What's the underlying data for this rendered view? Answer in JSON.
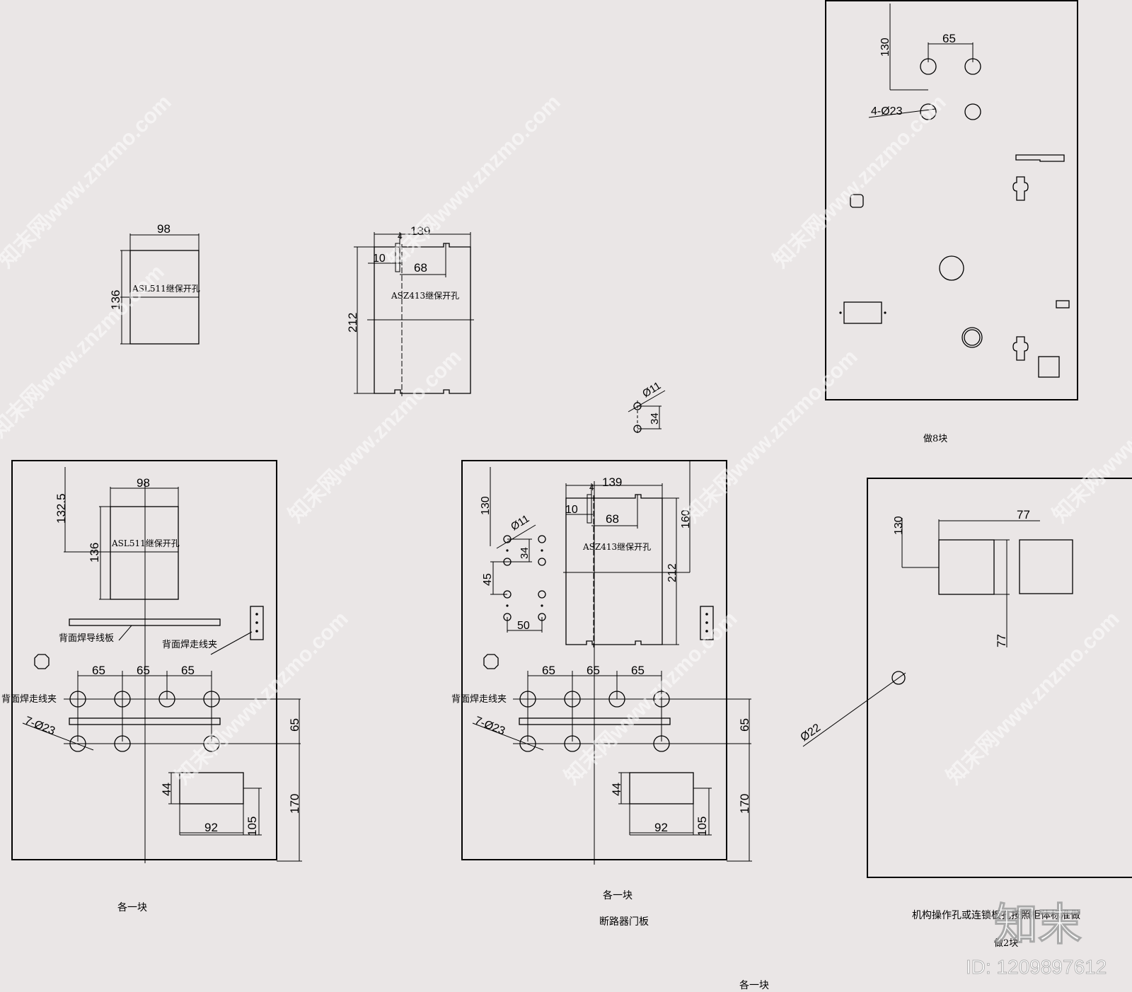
{
  "dims": {
    "top_left_w": "98",
    "top_left_h": "136",
    "top_mid_w": "139",
    "top_mid_4": "4",
    "top_mid_10": "10",
    "top_mid_68": "68",
    "top_mid_h": "212",
    "phi11": "Ø11",
    "d34": "34",
    "tr_130": "130",
    "tr_65": "65",
    "tr_holes": "4-Ø23",
    "bl_98": "98",
    "bl_132": "132.5",
    "bl_136": "136",
    "bl_65a": "65",
    "bl_65b": "65",
    "bl_65c": "65",
    "bl_holes": "7-Ø23",
    "bl_65v": "65",
    "bl_170": "170",
    "bl_44": "44",
    "bl_92": "92",
    "bl_105": "105",
    "bm_139": "139",
    "bm_4": "4",
    "bm_10": "10",
    "bm_68": "68",
    "bm_130": "130",
    "bm_phi11": "Ø11",
    "bm_34": "34",
    "bm_45": "45",
    "bm_50": "50",
    "bm_160": "160",
    "bm_212": "212",
    "bm_65a": "65",
    "bm_65b": "65",
    "bm_65c": "65",
    "bm_holes": "7-Ø23",
    "bm_65v": "65",
    "bm_170": "170",
    "bm_44": "44",
    "bm_92": "92",
    "bm_105": "105",
    "br_130": "130",
    "br_77a": "77",
    "br_77b": "77",
    "br_phi22": "Ø22"
  },
  "labels": {
    "asl": "ASL511继保开孔",
    "asz": "ASZ413继保开孔",
    "asl2": "ASL511继保开孔",
    "asz2": "ASZ413继保开孔",
    "daoxian": "背面焊导线板",
    "zouxian1": "背面焊走线夹",
    "zouxian2": "背面焊走线夹",
    "zouxian3": "背面焊走线夹",
    "make8": "做8块",
    "each1": "各一块",
    "each2": "各一块",
    "each3": "各一块",
    "breaker_door": "断路器门板",
    "mech": "机构操作孔或连锁板孔按照柜体标准做",
    "make2": "做2块"
  },
  "watermark": {
    "site": "知末网www.znzmo.com",
    "logo": "知末",
    "id": "ID: 1209897612"
  }
}
